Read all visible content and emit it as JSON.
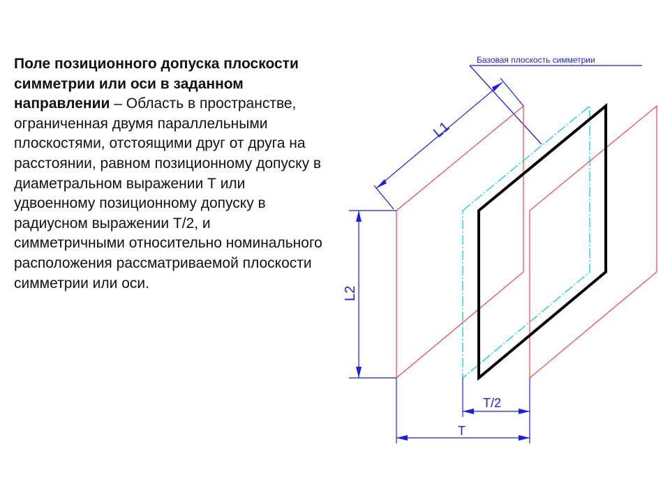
{
  "definition": {
    "term": "Поле позиционного допуска плоскости симметрии или оси в заданном направлении",
    "dash": " – ",
    "body": "Область в пространстве, ограниченная двумя параллельными плоскостями, отстоящими друг от друга на расстоянии, равном позиционному допуску в диаметральном выражении Т или удвоенному позиционному допуску в радиусном выражении Т/2, и симметричными относительно номинального расположения рассматриваемой плоскости симметрии или оси."
  },
  "diagram": {
    "base_plane_label": "Базовая плоскость симметрии",
    "dim_l1": "L1",
    "dim_l2": "L2",
    "dim_half_t": "T/2",
    "dim_t": "T",
    "colors": {
      "tolerance_planes": "#e8474c",
      "symmetry_plane": "#19d3e0",
      "considered_plane": "#000000",
      "dimensions": "#1a1aff"
    }
  }
}
